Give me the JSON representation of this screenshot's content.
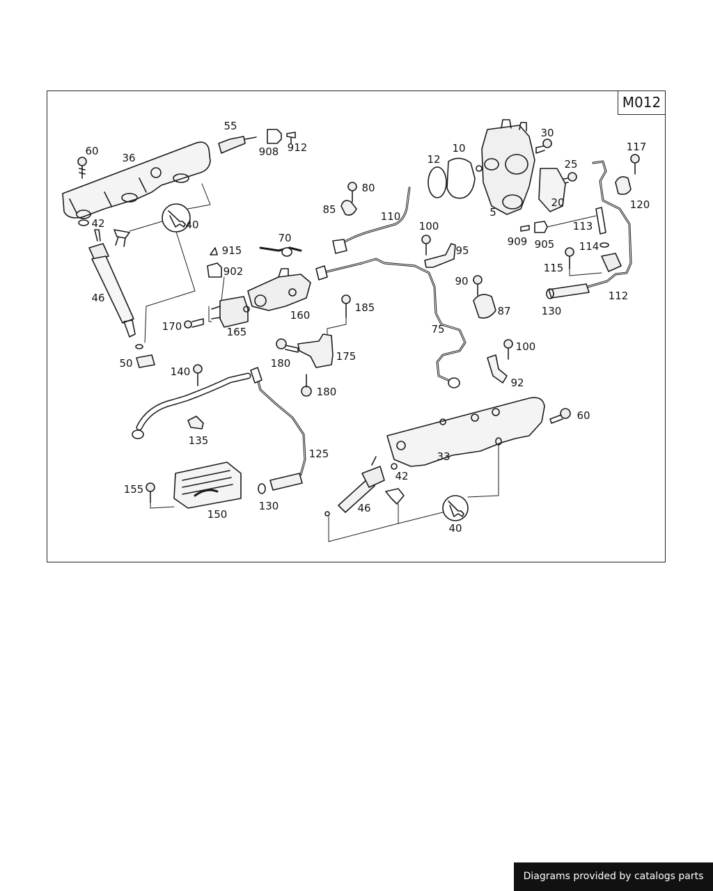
{
  "diagram_code": "M012",
  "footer_text": "Diagrams provided by catalogs parts",
  "callouts": [
    {
      "id": "c60a",
      "text": "60"
    },
    {
      "id": "c36",
      "text": "36"
    },
    {
      "id": "c55",
      "text": "55"
    },
    {
      "id": "c908",
      "text": "908"
    },
    {
      "id": "c912",
      "text": "912"
    },
    {
      "id": "c42a",
      "text": "42"
    },
    {
      "id": "c40a",
      "text": "40"
    },
    {
      "id": "c46a",
      "text": "46"
    },
    {
      "id": "c50",
      "text": "50"
    },
    {
      "id": "c80",
      "text": "80"
    },
    {
      "id": "c85",
      "text": "85"
    },
    {
      "id": "c110",
      "text": "110"
    },
    {
      "id": "c70",
      "text": "70"
    },
    {
      "id": "c915",
      "text": "915"
    },
    {
      "id": "c902",
      "text": "902"
    },
    {
      "id": "c170",
      "text": "170"
    },
    {
      "id": "c165",
      "text": "165"
    },
    {
      "id": "c160",
      "text": "160"
    },
    {
      "id": "c185",
      "text": "185"
    },
    {
      "id": "c175",
      "text": "175"
    },
    {
      "id": "c180a",
      "text": "180"
    },
    {
      "id": "c180b",
      "text": "180"
    },
    {
      "id": "c140",
      "text": "140"
    },
    {
      "id": "c135",
      "text": "135"
    },
    {
      "id": "c125",
      "text": "125"
    },
    {
      "id": "c155",
      "text": "155"
    },
    {
      "id": "c150",
      "text": "150"
    },
    {
      "id": "c130a",
      "text": "130"
    },
    {
      "id": "c12",
      "text": "12"
    },
    {
      "id": "c10",
      "text": "10"
    },
    {
      "id": "c30",
      "text": "30"
    },
    {
      "id": "c25",
      "text": "25"
    },
    {
      "id": "c20",
      "text": "20"
    },
    {
      "id": "c5",
      "text": "5"
    },
    {
      "id": "c117",
      "text": "117"
    },
    {
      "id": "c120",
      "text": "120"
    },
    {
      "id": "c113",
      "text": "113"
    },
    {
      "id": "c909",
      "text": "909"
    },
    {
      "id": "c905",
      "text": "905"
    },
    {
      "id": "c114",
      "text": "114"
    },
    {
      "id": "c115",
      "text": "115"
    },
    {
      "id": "c112",
      "text": "112"
    },
    {
      "id": "c130b",
      "text": "130"
    },
    {
      "id": "c100a",
      "text": "100"
    },
    {
      "id": "c95",
      "text": "95"
    },
    {
      "id": "c90",
      "text": "90"
    },
    {
      "id": "c87",
      "text": "87"
    },
    {
      "id": "c75",
      "text": "75"
    },
    {
      "id": "c100b",
      "text": "100"
    },
    {
      "id": "c92",
      "text": "92"
    },
    {
      "id": "c60b",
      "text": "60"
    },
    {
      "id": "c33",
      "text": "33"
    },
    {
      "id": "c42b",
      "text": "42"
    },
    {
      "id": "c46b",
      "text": "46"
    },
    {
      "id": "c40b",
      "text": "40"
    }
  ]
}
